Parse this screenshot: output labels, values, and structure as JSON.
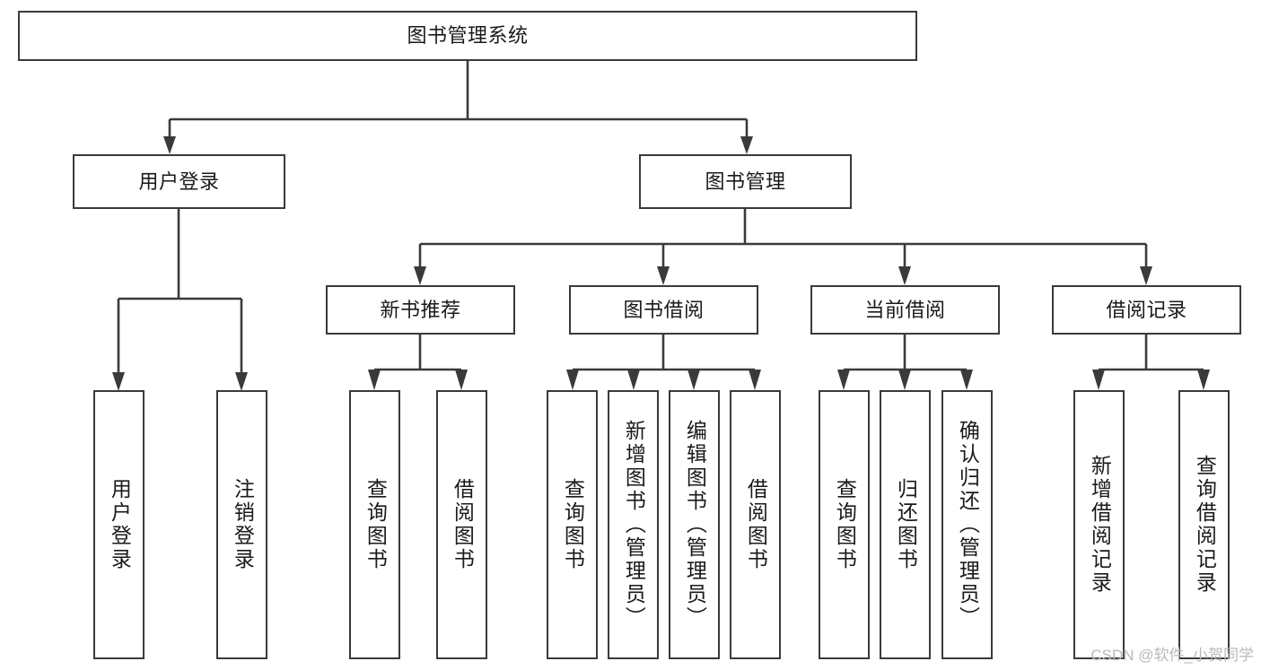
{
  "diagram": {
    "type": "tree",
    "orientation": "top-down",
    "root": {
      "label": "图书管理系统"
    },
    "level1": [
      {
        "label": "用户登录"
      },
      {
        "label": "图书管理"
      }
    ],
    "level2": [
      {
        "label": "新书推荐"
      },
      {
        "label": "图书借阅"
      },
      {
        "label": "当前借阅"
      },
      {
        "label": "借阅记录"
      }
    ],
    "leaves": {
      "user_login": [
        {
          "label": "用户登录"
        },
        {
          "label": "注销登录"
        }
      ],
      "new_book_recommend": [
        {
          "label": "查询图书"
        },
        {
          "label": "借阅图书"
        }
      ],
      "book_borrow": [
        {
          "label": "查询图书"
        },
        {
          "label": "新增图书（管理员）"
        },
        {
          "label": "编辑图书（管理员）"
        },
        {
          "label": "借阅图书"
        }
      ],
      "current_borrow": [
        {
          "label": "查询图书"
        },
        {
          "label": "归还图书"
        },
        {
          "label": "确认归还（管理员）"
        }
      ],
      "borrow_record": [
        {
          "label": "新增借阅记录"
        },
        {
          "label": "查询借阅记录"
        }
      ]
    }
  },
  "watermark": {
    "text": "CSDN @软件_小贺同学"
  },
  "colors": {
    "stroke": "#3a3a3a",
    "text": "#1a1a1a",
    "background": "#ffffff",
    "watermark": "#b9b9b9"
  }
}
